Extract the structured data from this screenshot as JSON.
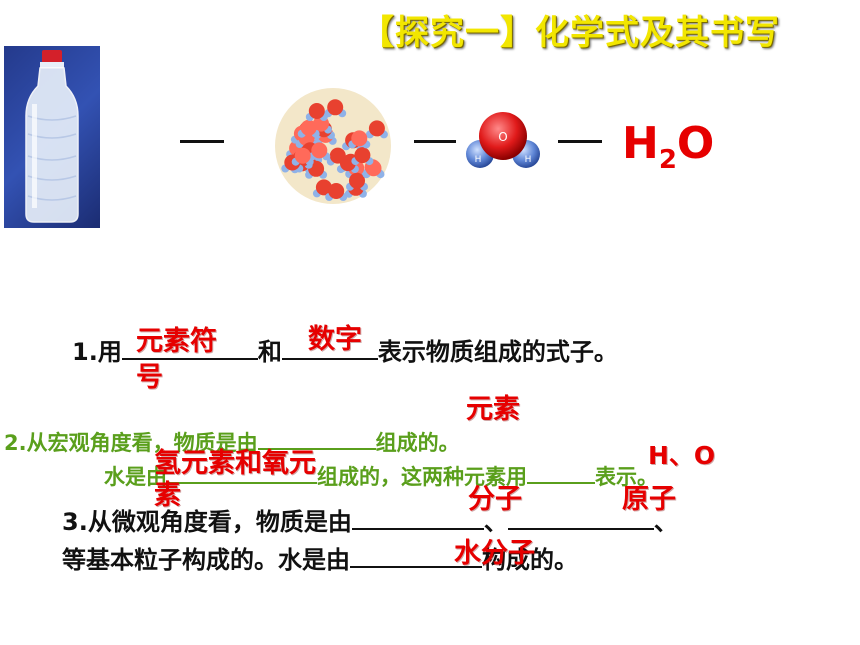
{
  "title": "【探究一】化学式及其书写",
  "formula": {
    "main": "H",
    "sub": "2",
    "tail": "O"
  },
  "molecule_labels": {
    "o": "O",
    "h_left": "H",
    "h_right": "H"
  },
  "line1": {
    "num": "1.",
    "p1": "用",
    "p2": "和",
    "p3": "表示物质组成的式子。",
    "ans1": "元素符",
    "ans1b": "号",
    "ans2": "数字"
  },
  "line2": {
    "a": "2.从宏观角度看，物质是由",
    "b": "组成的。",
    "c": "水是由",
    "d": "组成的，这两种元素用",
    "e": "表示。",
    "ans_elem": "元素",
    "ans_ho": "H、O",
    "ans_ox1": "氢元素和氧元",
    "ans_ox2": "素"
  },
  "line3": {
    "a": "3.从微观角度看，物质是由",
    "b": "、",
    "c": "、",
    "d": "等基本粒子构成的。水是由",
    "e": "构成的。",
    "ans_mol": "分子",
    "ans_atom": "原子",
    "ans_water": "水分子"
  }
}
